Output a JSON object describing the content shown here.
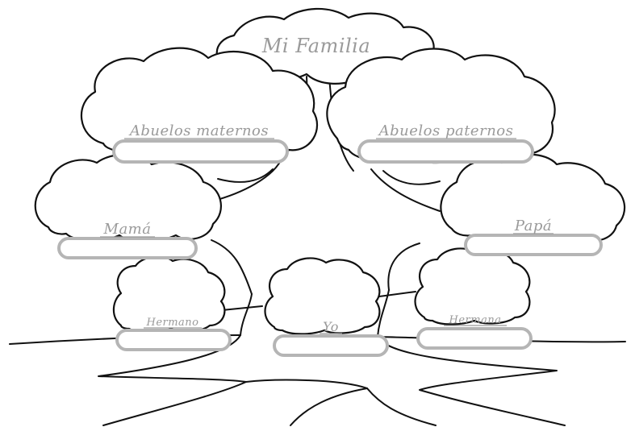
{
  "title": "Mi Familia",
  "labels": {
    "abuelos_maternos": "Abuelos maternos",
    "abuelos_paternos": "Abuelos paternos",
    "mama": "Mamá",
    "papa": "Papá",
    "hermano": "Hermano",
    "yo": "Yo",
    "hermana": "Hermana"
  },
  "colors": {
    "outline": "#111111",
    "label_text": "#9a9a9a",
    "name_box_border": "#b5b5b5",
    "background": "#ffffff"
  }
}
